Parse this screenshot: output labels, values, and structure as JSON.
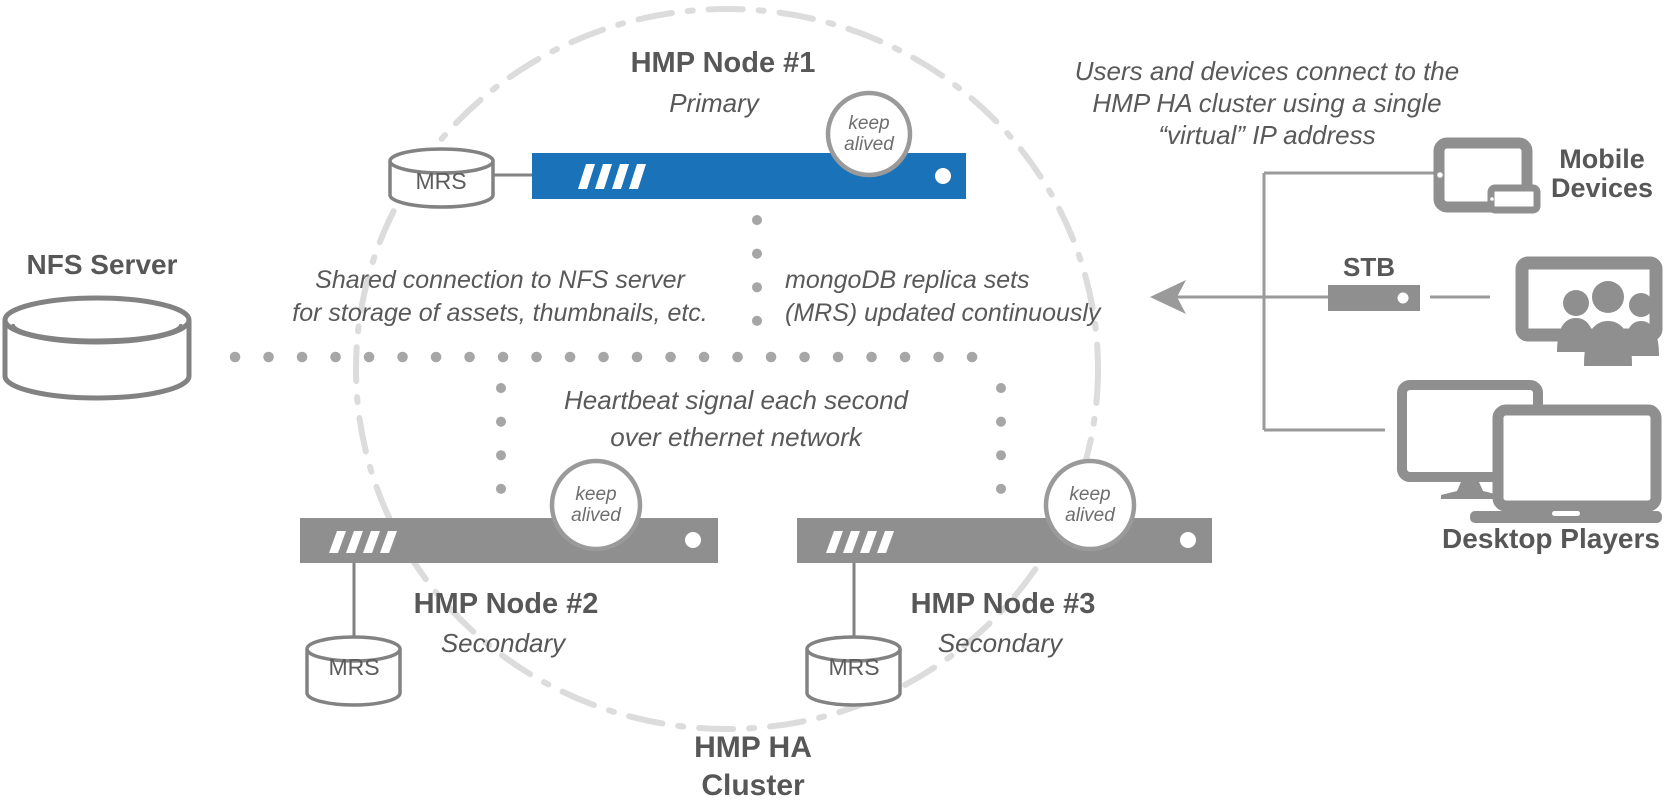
{
  "nodes": [
    {
      "title": "HMP Node #1",
      "role": "Primary",
      "badge": [
        "keep",
        "alived"
      ],
      "db_label": "MRS"
    },
    {
      "title": "HMP Node #2",
      "role": "Secondary",
      "badge": [
        "keep",
        "alived"
      ],
      "db_label": "MRS"
    },
    {
      "title": "HMP Node #3",
      "role": "Secondary",
      "badge": [
        "keep",
        "alived"
      ],
      "db_label": "MRS"
    }
  ],
  "nfs_server": {
    "label": "NFS Server"
  },
  "cluster": {
    "label": [
      "HMP HA",
      "Cluster"
    ]
  },
  "annotations": {
    "virtual_ip": [
      "Users and devices connect to the",
      "HMP HA cluster using a single",
      "“virtual” IP address"
    ],
    "nfs": [
      "Shared connection to NFS server",
      "for storage of assets, thumbnails, etc."
    ],
    "mongo": [
      "mongoDB replica sets",
      "(MRS) updated continuously"
    ],
    "heartbeat": [
      "Heartbeat signal each second",
      "over ethernet network"
    ]
  },
  "clients": {
    "mobile": [
      "Mobile",
      "Devices"
    ],
    "stb": "STB",
    "desktop": "Desktop Players"
  },
  "colors": {
    "primary_node_blue": "#1a72b8",
    "secondary_node_gray": "#8f8f8f",
    "dotted_line_gray": "#a6a6a6",
    "cluster_ring_gray": "#dcdcdc",
    "outline_gray": "#828282",
    "badge_ring_gray": "#9a9a9a",
    "label_text_gray": "#575757"
  }
}
